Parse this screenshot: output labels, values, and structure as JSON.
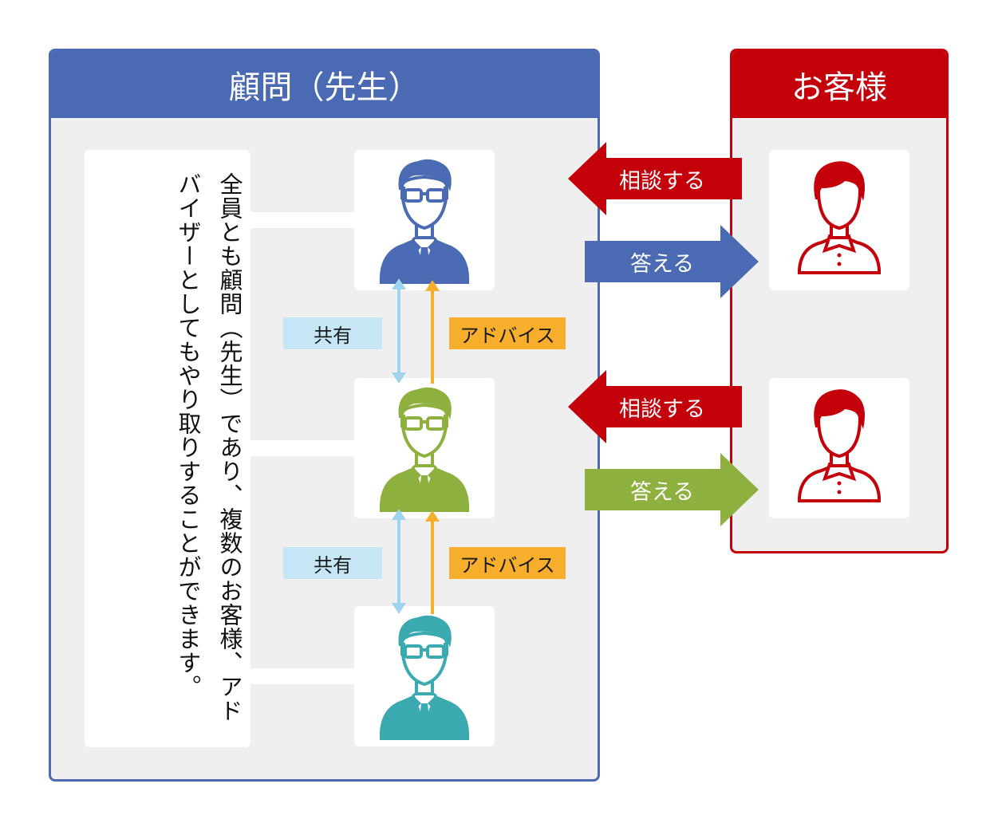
{
  "advisor_panel": {
    "title": "顧問（先生）"
  },
  "client_panel": {
    "title": "お客様"
  },
  "note": "全員とも顧問（先生）であり、複数のお客様、アドバイザーとしてもやり取りすることができます。",
  "advisors": [
    {
      "color": "#4a6ab3"
    },
    {
      "color": "#8db03e"
    },
    {
      "color": "#3aa9b0"
    }
  ],
  "client_color": "#c4000b",
  "relations": [
    {
      "share_label": "共有",
      "advice_label": "アドバイス",
      "share_color": "#9fd3ee",
      "advice_color": "#f7ae2c"
    },
    {
      "share_label": "共有",
      "advice_label": "アドバイス",
      "share_color": "#9fd3ee",
      "advice_color": "#f7ae2c"
    }
  ],
  "exchanges": [
    {
      "consult_label": "相談する",
      "answer_label": "答える",
      "consult_color": "#c4000b",
      "answer_color": "#4a6ab3"
    },
    {
      "consult_label": "相談する",
      "answer_label": "答える",
      "consult_color": "#c4000b",
      "answer_color": "#8db03e"
    }
  ]
}
